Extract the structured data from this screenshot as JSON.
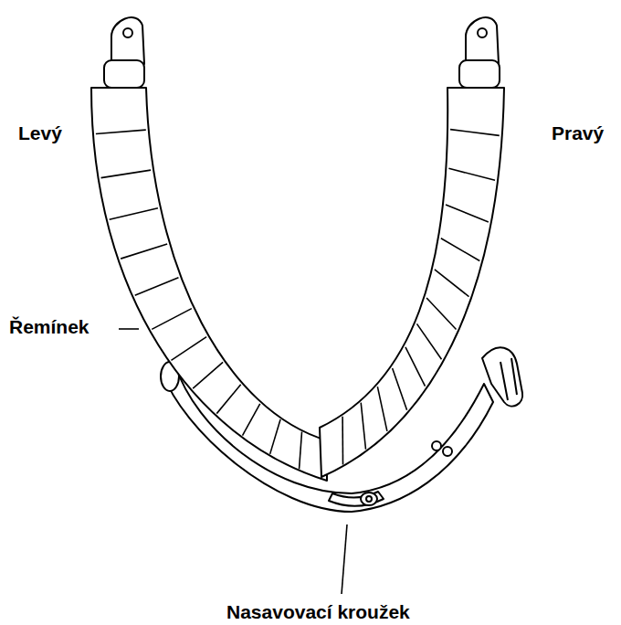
{
  "diagram": {
    "labels": [
      "Levý",
      "Pravý",
      "Řemínek",
      "Nasavovací kroužek"
    ]
  }
}
